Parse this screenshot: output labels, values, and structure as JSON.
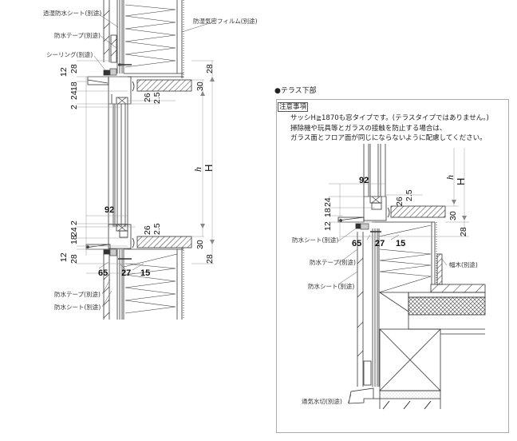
{
  "left_detail": {
    "labels": {
      "breathable_sheet": "透湿防水シート(別途)",
      "waterproof_tape_top": "防水テープ(別途)",
      "sealing": "シーリング(別途)",
      "vapor_film": "防湿気密フィルム(別途)",
      "waterproof_tape_bottom": "防水テープ(別途)",
      "waterproof_sheet_bottom": "防水シート(別途)"
    },
    "dims_top": [
      "12",
      "28",
      "18",
      "24",
      "2",
      "26",
      "2.5",
      "30",
      "28"
    ],
    "dims_bottom": [
      "92",
      "2",
      "24",
      "18",
      "12",
      "28",
      "26",
      "2.5",
      "30",
      "28",
      "65",
      "27",
      "15"
    ],
    "h_label": "h",
    "H_label": "H"
  },
  "right_detail": {
    "section_title": "●テラス下部",
    "note": {
      "heading": "注意事項",
      "lines": [
        "サッシH≧1870も窓タイプです。(テラスタイプではありません。)",
        "掃除機や玩具等とガラスの接触を防止する場合は、",
        "ガラス面とフロア面が同じにならないように配慮してください。"
      ]
    },
    "labels": {
      "waterproof_sheet_top": "防水シート(別途)",
      "waterproof_tape": "防水テープ(別途)",
      "waterproof_sheet": "防水シート(別途)",
      "baseboard": "幅木(別途)",
      "vent_flashing": "通気水切(別途)"
    },
    "dims": [
      "92",
      "24",
      "18",
      "12",
      "26",
      "2.5",
      "30",
      "28",
      "65",
      "27",
      "15"
    ],
    "h_label": "h",
    "H_label": "H"
  }
}
